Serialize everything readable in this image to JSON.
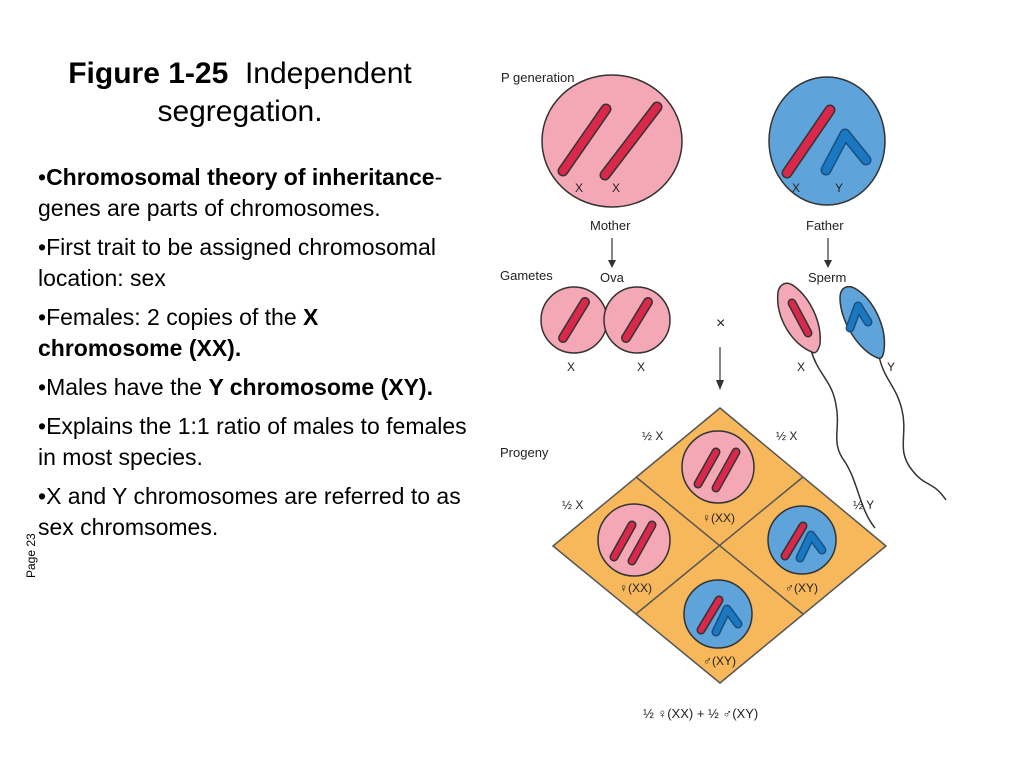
{
  "title": {
    "fig": "Figure 1-25",
    "caption": "Independent segregation."
  },
  "bullets": [
    {
      "prefix": "•",
      "bold": "Chromosomal theory of inheritance",
      "rest": "-genes are parts of chromosomes."
    },
    {
      "prefix": "•",
      "text": "First trait to be assigned chromosomal location: sex"
    },
    {
      "prefix": "•",
      "text": "Females: 2 copies of the ",
      "bold": "X chromosome (XX)."
    },
    {
      "prefix": "•",
      "text": "Males have the ",
      "bold": "Y chromosome (XY)."
    },
    {
      "prefix": "•",
      "text": "Explains the 1:1 ratio of males to females in most species."
    },
    {
      "prefix": "•",
      "text": "X and Y chromosomes are referred to as sex chromsomes."
    }
  ],
  "page_label": "Page 23",
  "diagram": {
    "p_generation": "P generation",
    "mother": "Mother",
    "father": "Father",
    "gametes": "Gametes",
    "ova": "Ova",
    "sperm": "Sperm",
    "progeny": "Progeny",
    "cross_symbol": "×",
    "x": "X",
    "y": "Y",
    "half_x": "½ X",
    "half_y": "½ Y",
    "female_xx": "♀(XX)",
    "male_xy": "♂(XY)",
    "result": "½ ♀(XX) + ½ ♂(XY)"
  },
  "colors": {
    "female_cell": "#f4a8b6",
    "male_cell": "#5ea3d9",
    "chrom_x": "#d9284a",
    "chrom_y": "#1a78c2",
    "square": "#f7b85c"
  }
}
